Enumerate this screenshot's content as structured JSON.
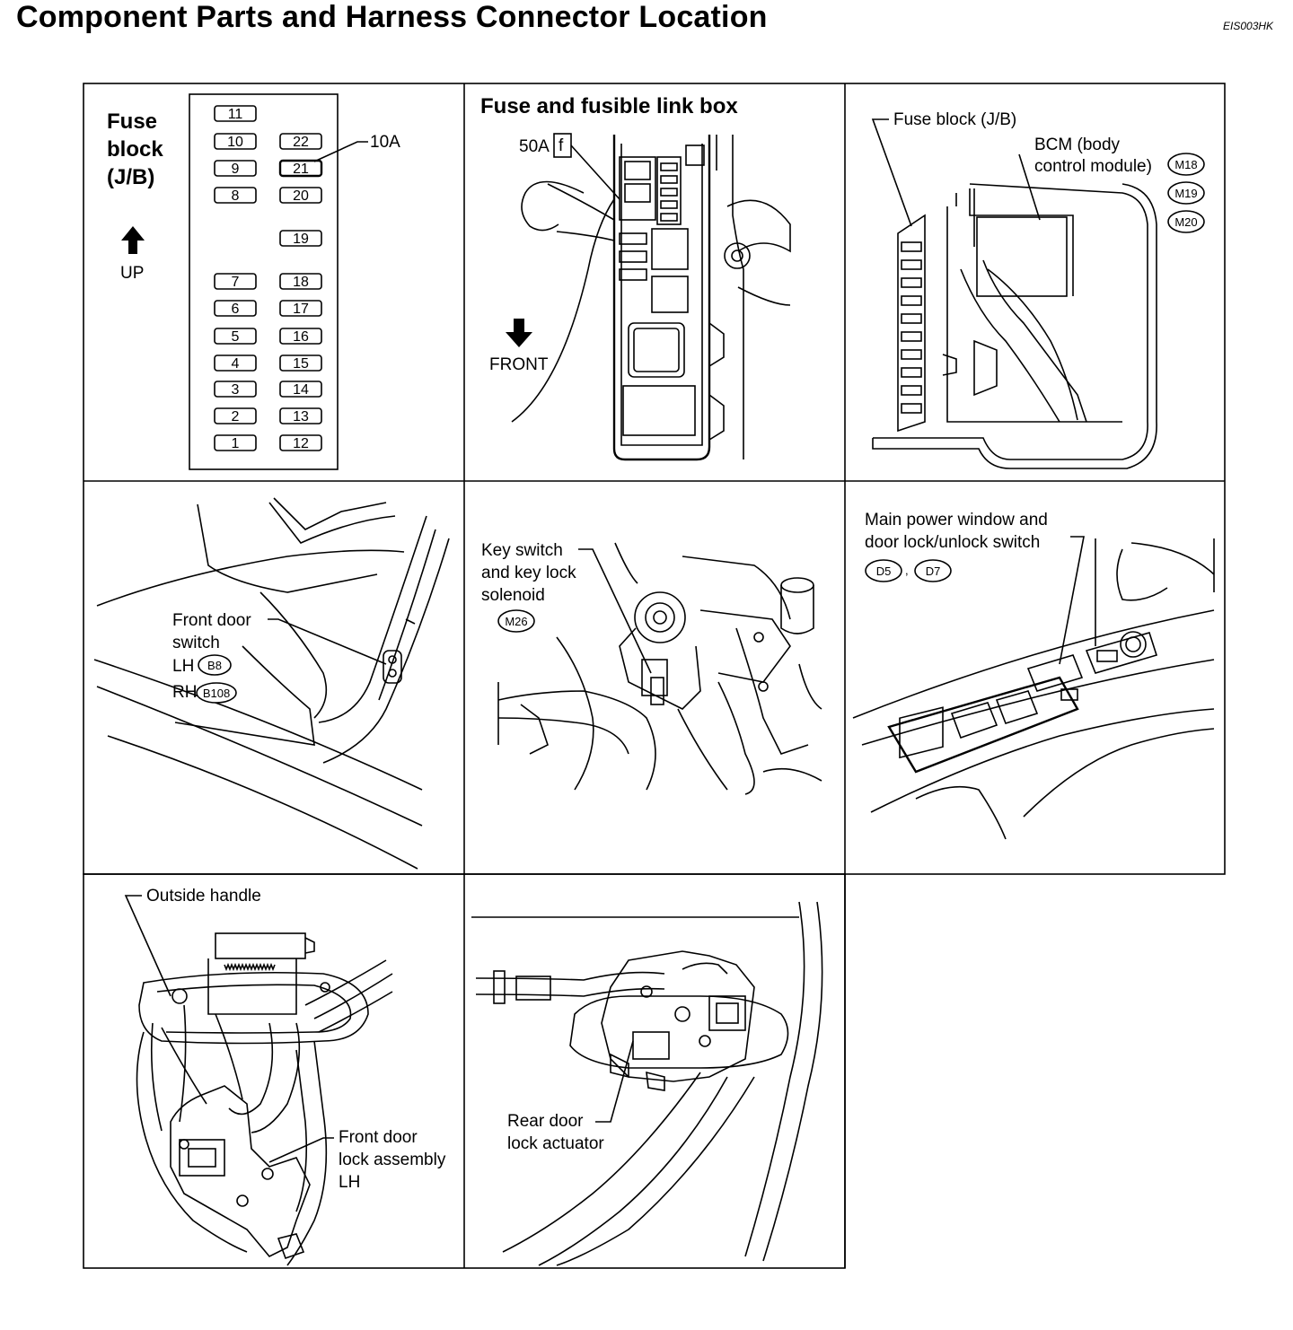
{
  "header": {
    "title": "Component Parts and Harness Connector Location",
    "code": "EIS003HK"
  },
  "panel1": {
    "title_line1": "Fuse",
    "title_line2": "block",
    "title_line3": "(J/B)",
    "up_label": "UP",
    "amp_label": "10A",
    "fuses_left": [
      "11",
      "10",
      "9",
      "8",
      "7",
      "6",
      "5",
      "4",
      "3",
      "2",
      "1"
    ],
    "fuses_right": [
      "22",
      "21",
      "20",
      "19",
      "18",
      "17",
      "16",
      "15",
      "14",
      "13",
      "12"
    ]
  },
  "panel2": {
    "title": "Fuse and fusible link box",
    "link_amp": "50A",
    "link_letter": "f",
    "front_label": "FRONT"
  },
  "panel3": {
    "fuse_block_label": "Fuse block (J/B)",
    "bcm_line1": "BCM (body",
    "bcm_line2": "control module)",
    "connectors": [
      "M18",
      "M19",
      "M20"
    ]
  },
  "panel4": {
    "line1": "Front door",
    "line2": "switch",
    "lh": "LH",
    "rh": "RH",
    "lh_conn": "B8",
    "rh_conn": "B108"
  },
  "panel5": {
    "line1": "Key switch",
    "line2": "and key lock",
    "line3": "solenoid",
    "conn": "M26"
  },
  "panel6": {
    "line1": "Main power window and",
    "line2": "door lock/unlock switch",
    "conn1": "D5",
    "conn2": "D7"
  },
  "panel7": {
    "handle_label": "Outside handle",
    "line1": "Front door",
    "line2": "lock assembly",
    "line3": "LH"
  },
  "panel8": {
    "line1": "Rear door",
    "line2": "lock actuator"
  }
}
